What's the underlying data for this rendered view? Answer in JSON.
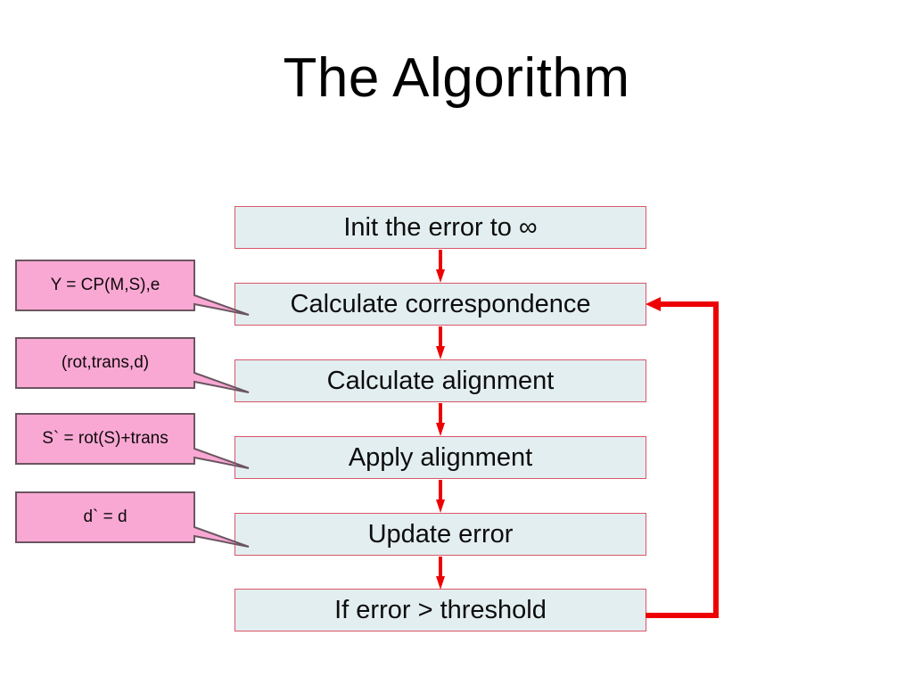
{
  "slide": {
    "title": "The Algorithm",
    "background_color": "#ffffff"
  },
  "colors": {
    "box_fill": "#e3eef0",
    "box_border": "#d9576a",
    "callout_fill": "#f9a8d4",
    "callout_border": "#6b5560",
    "arrow": "#ee0000",
    "text": "#000000"
  },
  "flowchart": {
    "type": "flowchart",
    "orientation": "vertical",
    "steps": [
      {
        "id": "init-error",
        "label": "Init the error to ∞"
      },
      {
        "id": "calculate-correspondence",
        "label": "Calculate correspondence"
      },
      {
        "id": "calculate-alignment",
        "label": "Calculate alignment"
      },
      {
        "id": "apply-alignment",
        "label": "Apply alignment"
      },
      {
        "id": "update-error",
        "label": "Update error"
      },
      {
        "id": "if-error-threshold",
        "label": "If error > threshold"
      }
    ],
    "connections": [
      {
        "from": "init-error",
        "to": "calculate-correspondence",
        "kind": "arrow-down"
      },
      {
        "from": "calculate-correspondence",
        "to": "calculate-alignment",
        "kind": "arrow-down"
      },
      {
        "from": "calculate-alignment",
        "to": "apply-alignment",
        "kind": "arrow-down"
      },
      {
        "from": "apply-alignment",
        "to": "update-error",
        "kind": "arrow-down"
      },
      {
        "from": "update-error",
        "to": "if-error-threshold",
        "kind": "arrow-down"
      },
      {
        "from": "if-error-threshold",
        "to": "calculate-correspondence",
        "kind": "feedback-loop-right"
      }
    ]
  },
  "callouts": [
    {
      "id": "callout-correspondence",
      "label": "Y = CP(M,S),e",
      "points_to": "calculate-correspondence"
    },
    {
      "id": "callout-alignment",
      "label": "(rot,trans,d)",
      "points_to": "calculate-alignment"
    },
    {
      "id": "callout-apply",
      "label": "S` = rot(S)+trans",
      "points_to": "apply-alignment"
    },
    {
      "id": "callout-update",
      "label": "d` = d",
      "points_to": "update-error"
    }
  ]
}
